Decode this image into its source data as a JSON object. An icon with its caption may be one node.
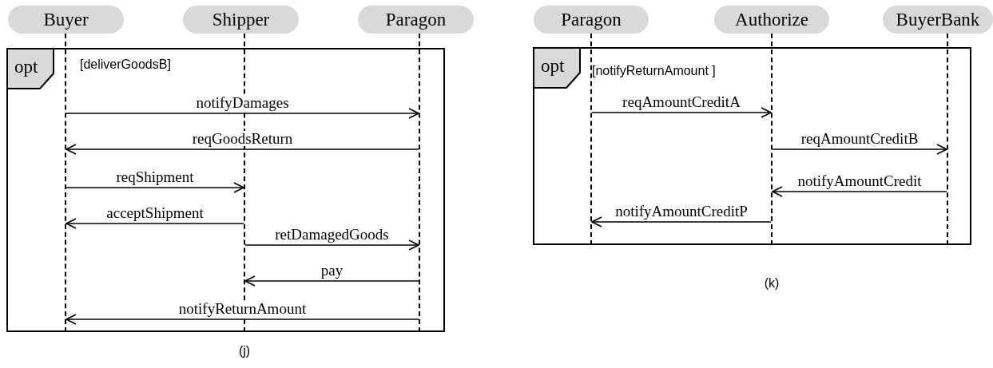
{
  "diagram": {
    "nodes": [
      {
        "text": [
          "Buyer"
        ]
      },
      {
        "text": [
          "Shipper"
        ]
      },
      {
        "text": [
          "Paragon"
        ]
      },
      {
        "text": [],
        "shape": "line"
      },
      {
        "text": [],
        "shape": "line"
      },
      {
        "text": [],
        "shape": "line"
      },
      {
        "text": [
          "opt"
        ]
      },
      {
        "text": [
          "Paragon"
        ]
      },
      {
        "text": [
          "Authorize"
        ]
      },
      {
        "text": [
          "BuyerBank"
        ]
      },
      {
        "text": [],
        "shape": "line"
      },
      {
        "text": [],
        "shape": "line"
      },
      {
        "text": [],
        "shape": "line"
      },
      {
        "text": [
          "opt"
        ]
      }
    ],
    "edges": [
      {
        "from": 3,
        "to": 5,
        "arrow": "to",
        "label": "notifyDamages"
      },
      {
        "from": 5,
        "to": 3,
        "arrow": "to",
        "label": "reqGoodsReturn"
      },
      {
        "from": 3,
        "to": 4,
        "arrow": "to",
        "label": "reqShipment"
      },
      {
        "from": 4,
        "to": 3,
        "arrow": "to",
        "label": "acceptShipment"
      },
      {
        "from": 4,
        "to": 5,
        "arrow": "to",
        "label": "retDamagedGoods"
      },
      {
        "from": 5,
        "to": 4,
        "arrow": "to",
        "label": "pay"
      },
      {
        "from": 5,
        "to": 3,
        "arrow": "to",
        "label": "notifyReturnAmount"
      },
      {
        "from": 10,
        "to": 11,
        "arrow": "to",
        "label": "reqAmountCreditA"
      },
      {
        "from": 11,
        "to": 12,
        "arrow": "to",
        "label": "reqAmountCreditB"
      },
      {
        "from": 12,
        "to": 11,
        "arrow": "to",
        "label": "notifyAmountCredit"
      },
      {
        "from": 11,
        "to": 10,
        "arrow": "to",
        "label": "notifyAmountCreditP"
      }
    ],
    "labels": [
      "[deliverGoodsB]",
      "[notifyReturnAmount ]",
      "(j)",
      "(k)"
    ]
  }
}
